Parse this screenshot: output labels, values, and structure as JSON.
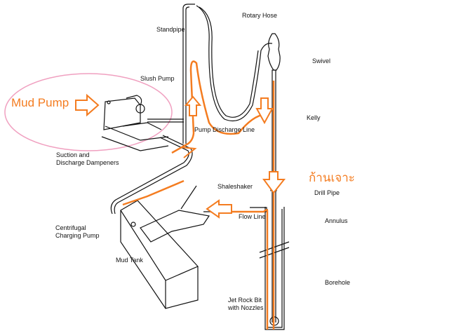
{
  "labels": {
    "rotary_hose": "Rotary Hose",
    "standpipe": "Standpipe",
    "swivel": "Swivel",
    "slush_pump": "Slush Pump",
    "kelly": "Kelly",
    "pump_discharge_line": "Pump Discharge Line",
    "suction_dampeners_1": "Suction and",
    "suction_dampeners_2": "Discharge Dampeners",
    "shaleshaker": "Shaleshaker",
    "drill_pipe": "Drill Pipe",
    "flow_line": "Flow Line",
    "annulus": "Annulus",
    "centrifugal_1": "Centrifugal",
    "centrifugal_2": "Charging Pump",
    "mud_tank": "Mud Tank",
    "borehole": "Borehole",
    "jet_bit_1": "Jet Rock Bit",
    "jet_bit_2": "with Nozzles"
  },
  "annotations": {
    "mud_pump": "Mud Pump",
    "drill_pipe_thai": "ก้านเจาะ"
  },
  "colors": {
    "flow": "#f47c20",
    "highlight_ellipse": "#f0a0c0",
    "line": "#111111"
  }
}
